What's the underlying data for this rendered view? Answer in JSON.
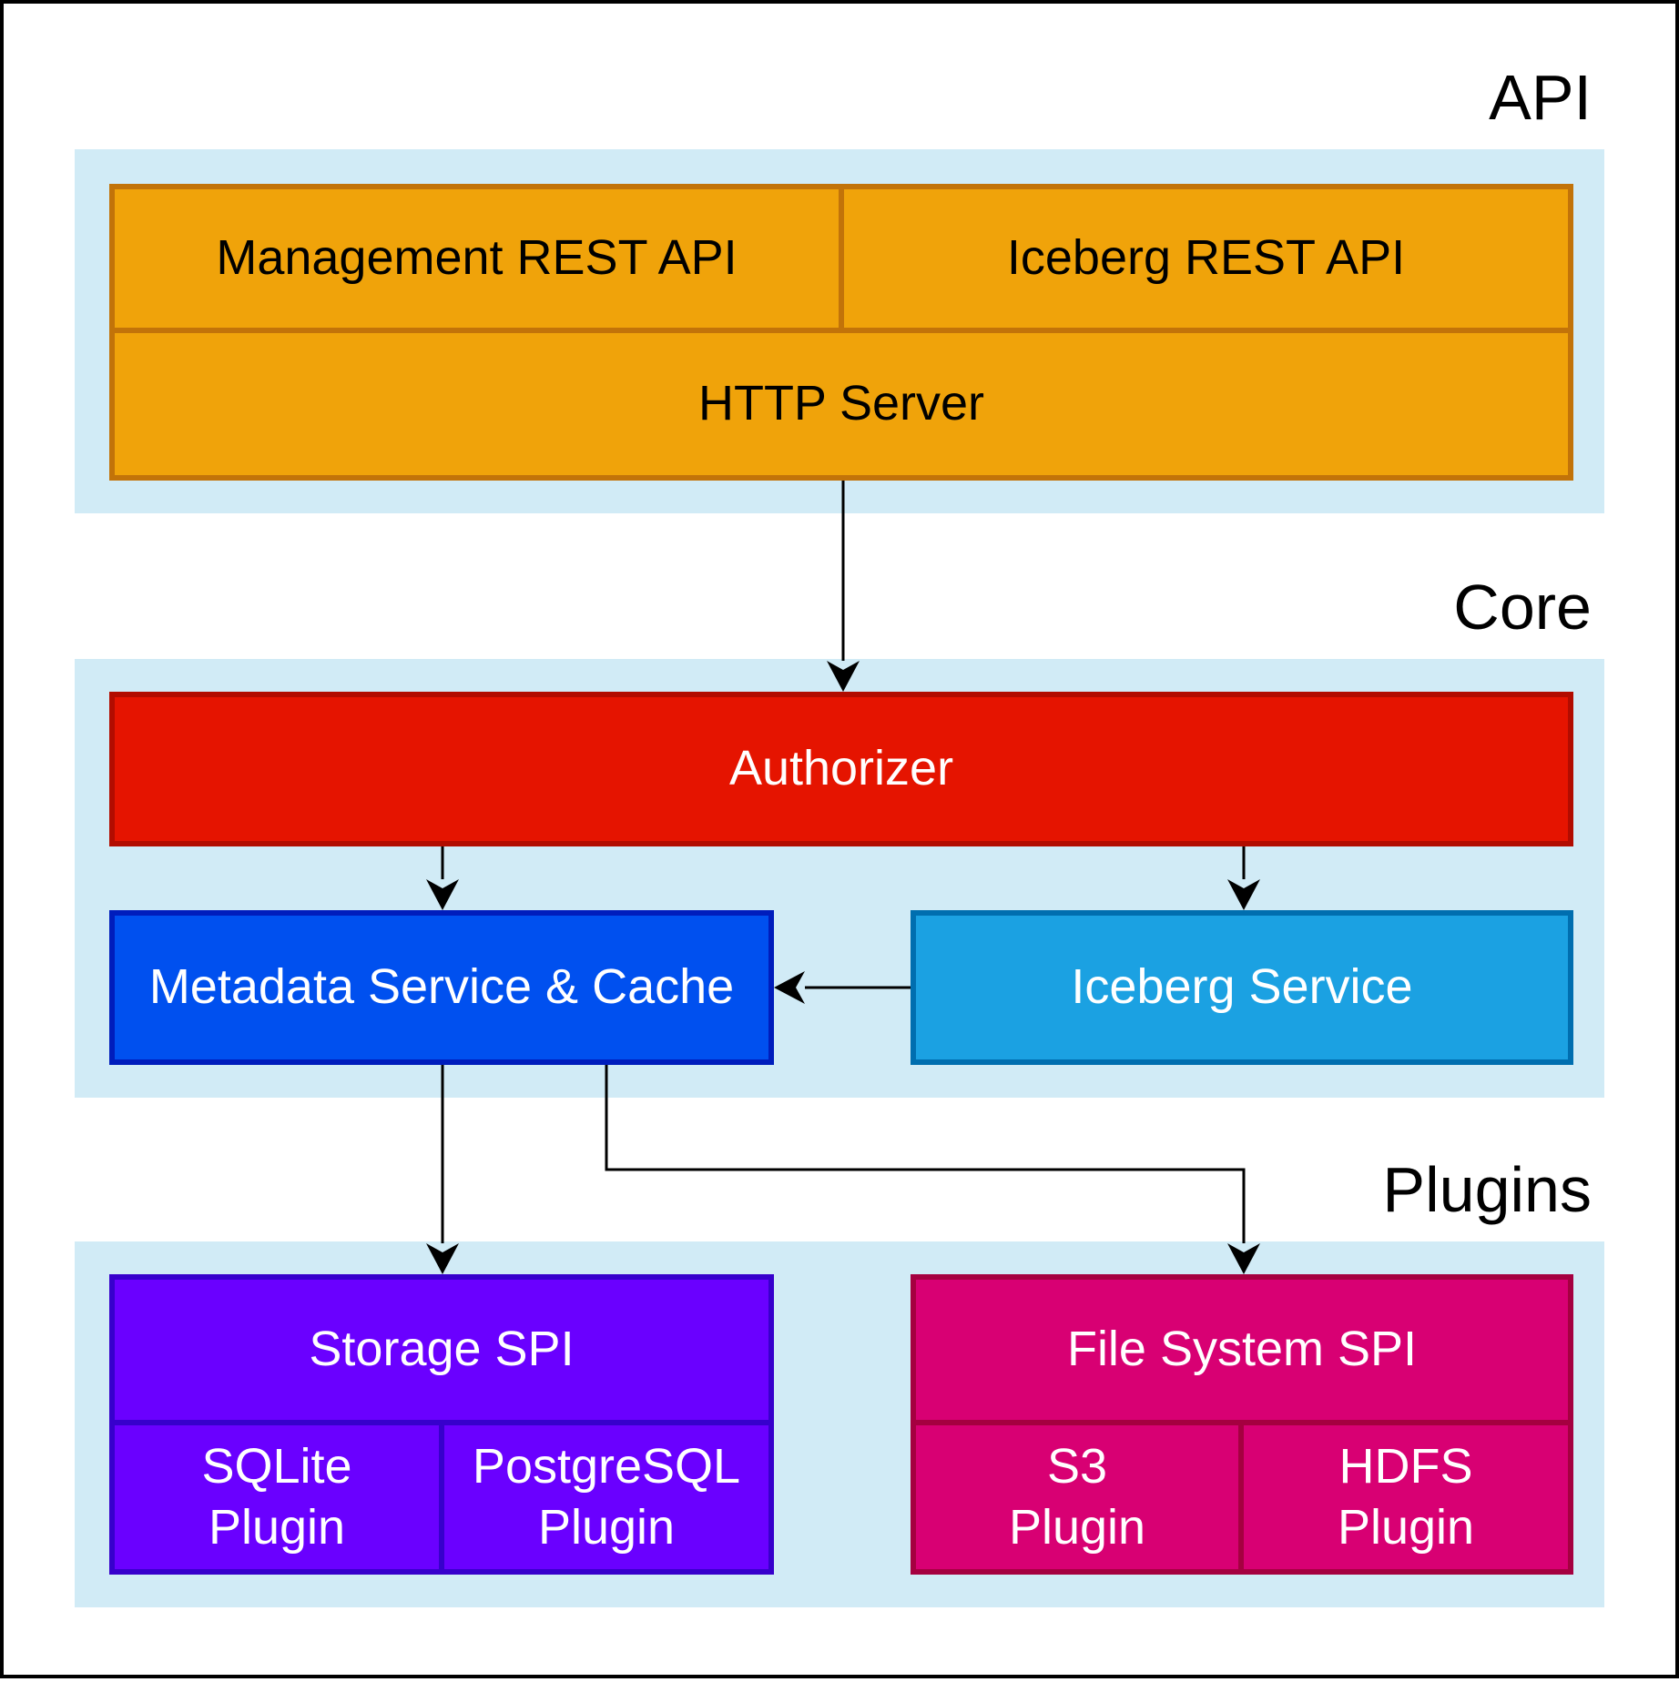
{
  "layers": {
    "api": "API",
    "core": "Core",
    "plugins": "Plugins"
  },
  "api": {
    "management_rest_api": "Management REST API",
    "iceberg_rest_api": "Iceberg REST API",
    "http_server": "HTTP Server"
  },
  "core": {
    "authorizer": "Authorizer",
    "metadata_service_cache": "Metadata Service & Cache",
    "iceberg_service": "Iceberg Service"
  },
  "plugins": {
    "storage_spi": "Storage SPI",
    "sqlite_plugin": "SQLite\nPlugin",
    "postgresql_plugin": "PostgreSQL\nPlugin",
    "file_system_spi": "File System SPI",
    "s3_plugin": "S3\nPlugin",
    "hdfs_plugin": "HDFS\nPlugin"
  },
  "colors": {
    "panel": "#d1ebf6",
    "api_fill": "#f0a30a",
    "authorizer_fill": "#e51400",
    "metadata_fill": "#0050ef",
    "iceberg_service_fill": "#1ba1e2",
    "storage_fill": "#6a00ff",
    "filesystem_fill": "#d80073"
  }
}
